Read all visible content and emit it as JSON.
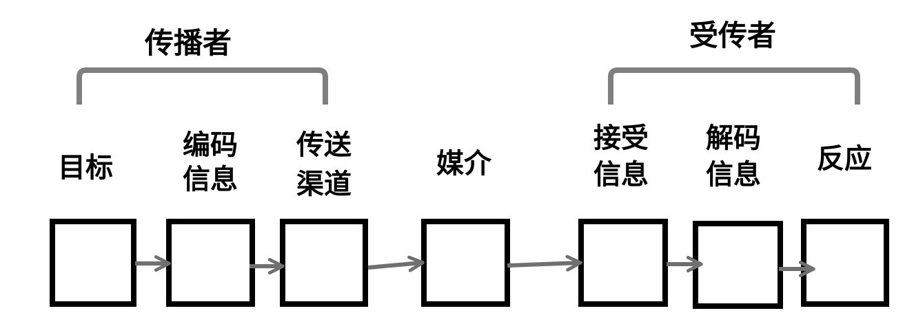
{
  "groups": [
    {
      "label": "传播者"
    },
    {
      "label": "受传者"
    }
  ],
  "steps": [
    {
      "lines": [
        "目标"
      ]
    },
    {
      "lines": [
        "编码",
        "信息"
      ]
    },
    {
      "lines": [
        "传送",
        "渠道"
      ]
    },
    {
      "lines": [
        "媒介"
      ]
    },
    {
      "lines": [
        "接受",
        "信息"
      ]
    },
    {
      "lines": [
        "解码",
        "信息"
      ]
    },
    {
      "lines": [
        "反应"
      ]
    }
  ],
  "colors": {
    "box_border": "#000000",
    "arrow": "#707070",
    "bracket": "#7f7f7f"
  }
}
